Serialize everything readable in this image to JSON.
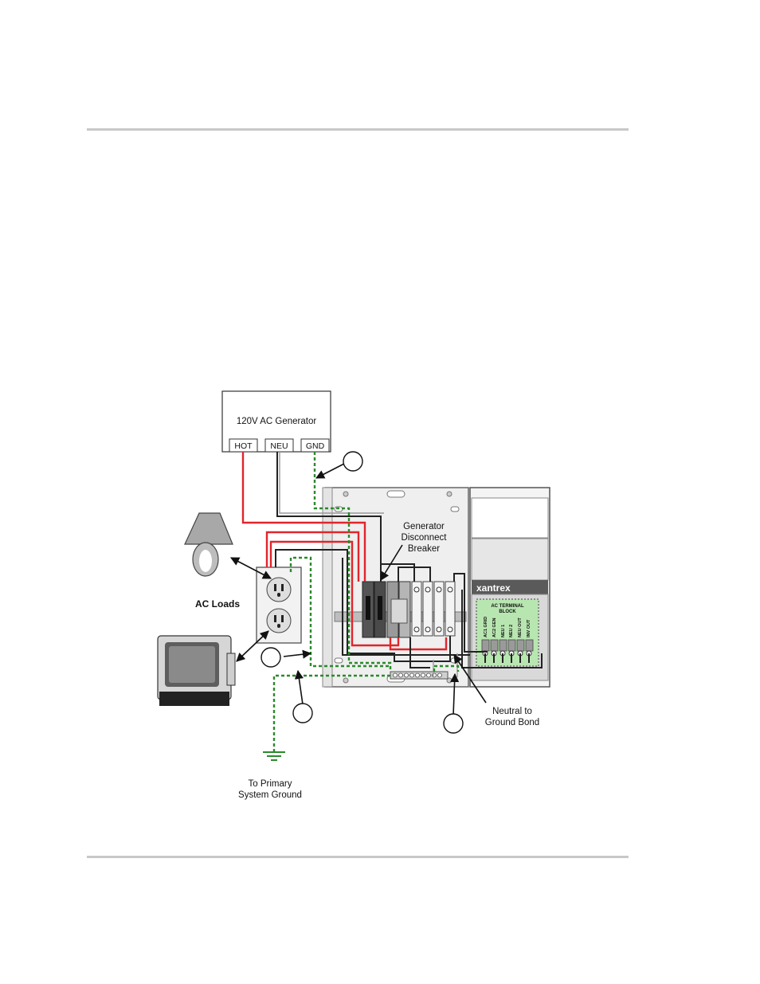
{
  "generator": {
    "title": "120V AC Generator",
    "terminals": [
      "HOT",
      "NEU",
      "GND"
    ]
  },
  "labels": {
    "breaker": [
      "Generator",
      "Disconnect",
      "Breaker"
    ],
    "ac_loads": "AC Loads",
    "bond": [
      "Neutral to",
      "Ground Bond"
    ],
    "ground": [
      "To Primary",
      "System Ground"
    ]
  },
  "inverter": {
    "brand": "xantrex",
    "terminal_block_title": [
      "AC TERMINAL",
      "BLOCK"
    ],
    "terminals": [
      "AC1 GRID",
      "AC2 GEN",
      "NEU 1",
      "NEU 2",
      "NEU OUT",
      "INV OUT"
    ]
  },
  "colors": {
    "hot": "#e0262b",
    "neutral": "#222222",
    "ground": "#2a8a2a",
    "terminal_green": "#b8e6b0",
    "panel_gray": "#e8e8e8",
    "rule": "#c8c8c8"
  }
}
